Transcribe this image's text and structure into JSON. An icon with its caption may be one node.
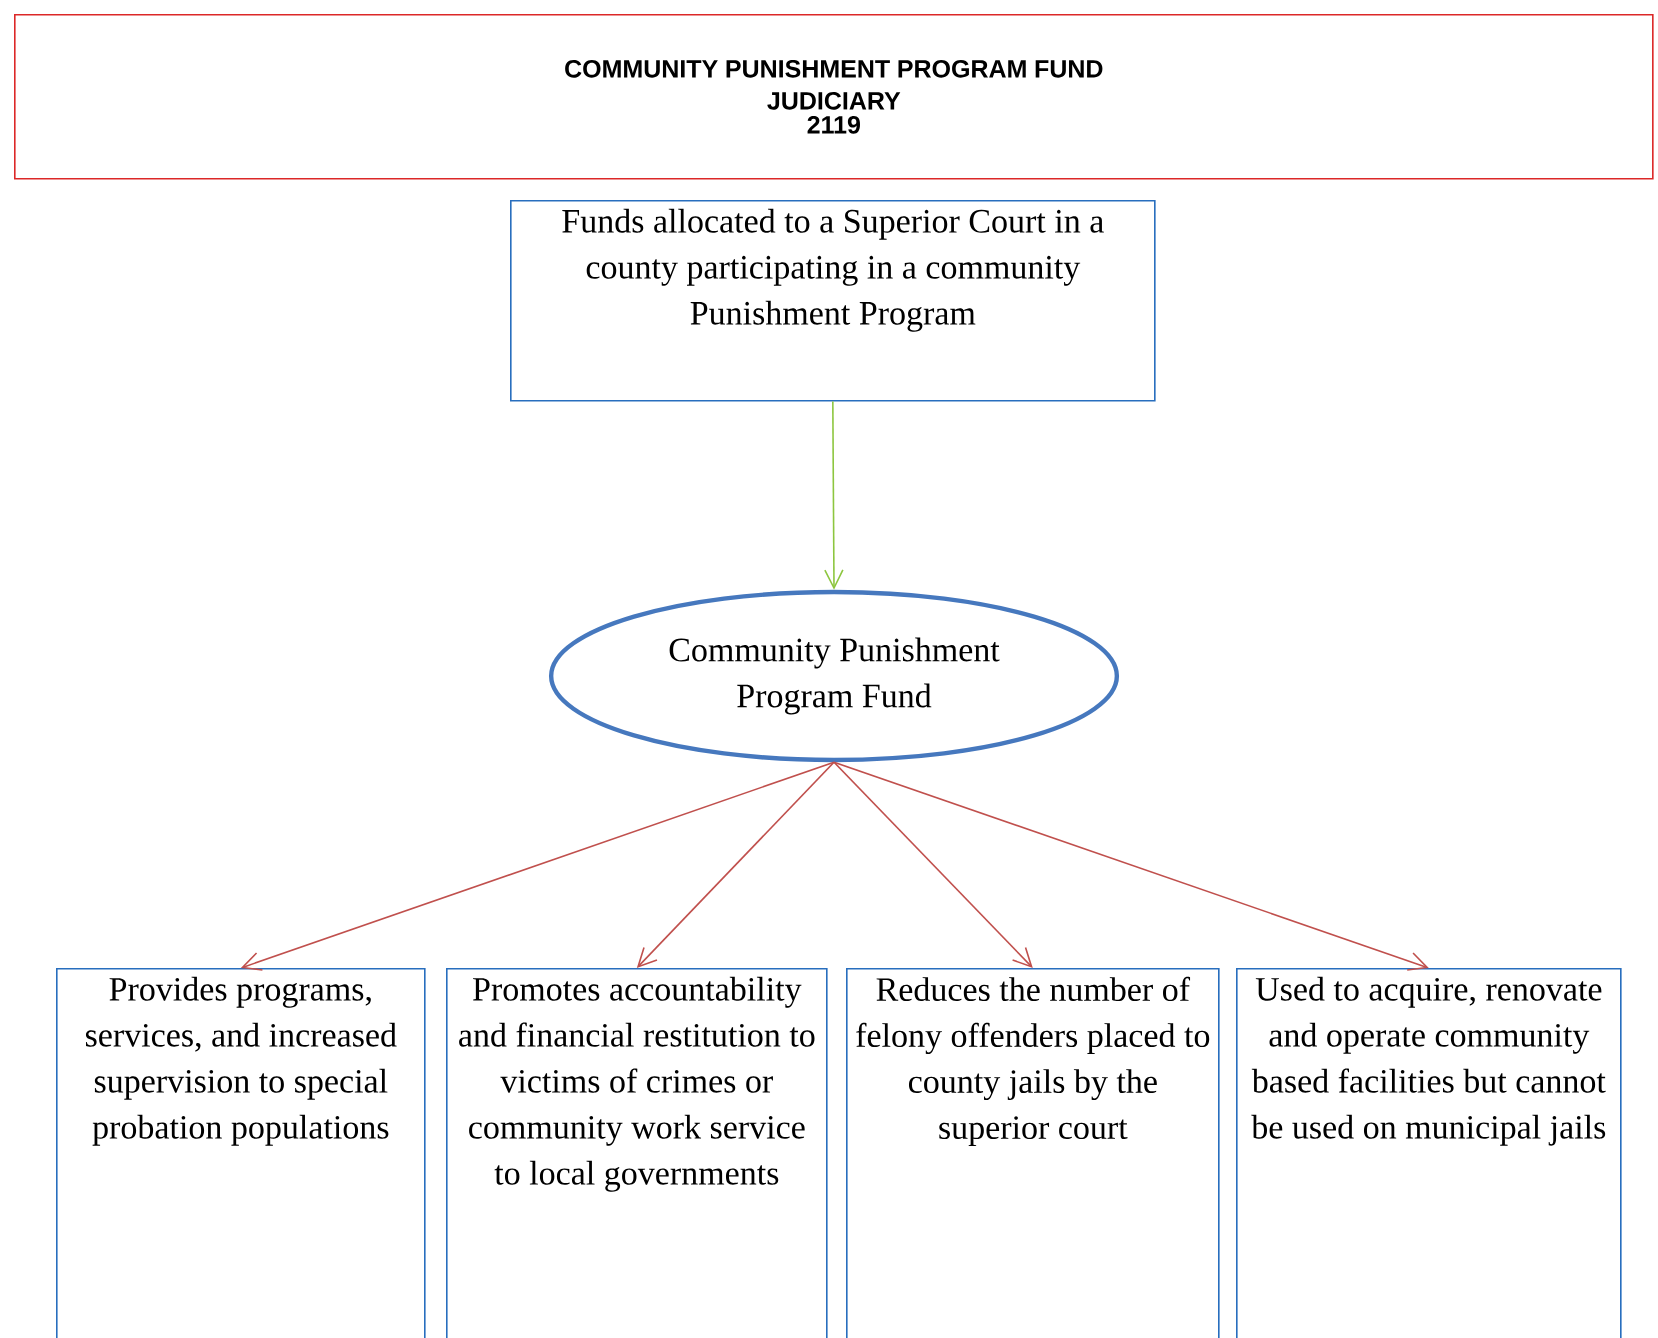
{
  "diagram": {
    "nodes": [
      {
        "text": [
          "COMMUNITY PUNISHMENT PROGRAM FUND",
          "JUDICIARY",
          "2119"
        ]
      },
      {
        "text": [
          "Funds allocated to a Superior Court in a county participating in a community Punishment Program"
        ]
      },
      {
        "text": [
          "Community Punishment Program Fund"
        ]
      },
      {
        "text": [
          "Provides programs, services, and increased supervision to special probation populations"
        ]
      },
      {
        "text": [
          "Promotes accountability and financial restitution to victims of crimes or community work service to local governments"
        ]
      },
      {
        "text": [
          "Reduces the number of felony offenders placed to county jails by the superior court"
        ]
      },
      {
        "text": [
          "Used to acquire, renovate and operate community based facilities but cannot be used on municipal jails"
        ]
      }
    ],
    "edges": [
      {
        "from": 1,
        "to": 2,
        "arrow": "to",
        "color": "#8dc63f"
      },
      {
        "from": 2,
        "to": 3,
        "arrow": "to",
        "color": "#c0504d"
      },
      {
        "from": 2,
        "to": 4,
        "arrow": "to",
        "color": "#c0504d"
      },
      {
        "from": 2,
        "to": 5,
        "arrow": "to",
        "color": "#c0504d"
      },
      {
        "from": 2,
        "to": 6,
        "arrow": "to",
        "color": "#c0504d"
      }
    ]
  }
}
